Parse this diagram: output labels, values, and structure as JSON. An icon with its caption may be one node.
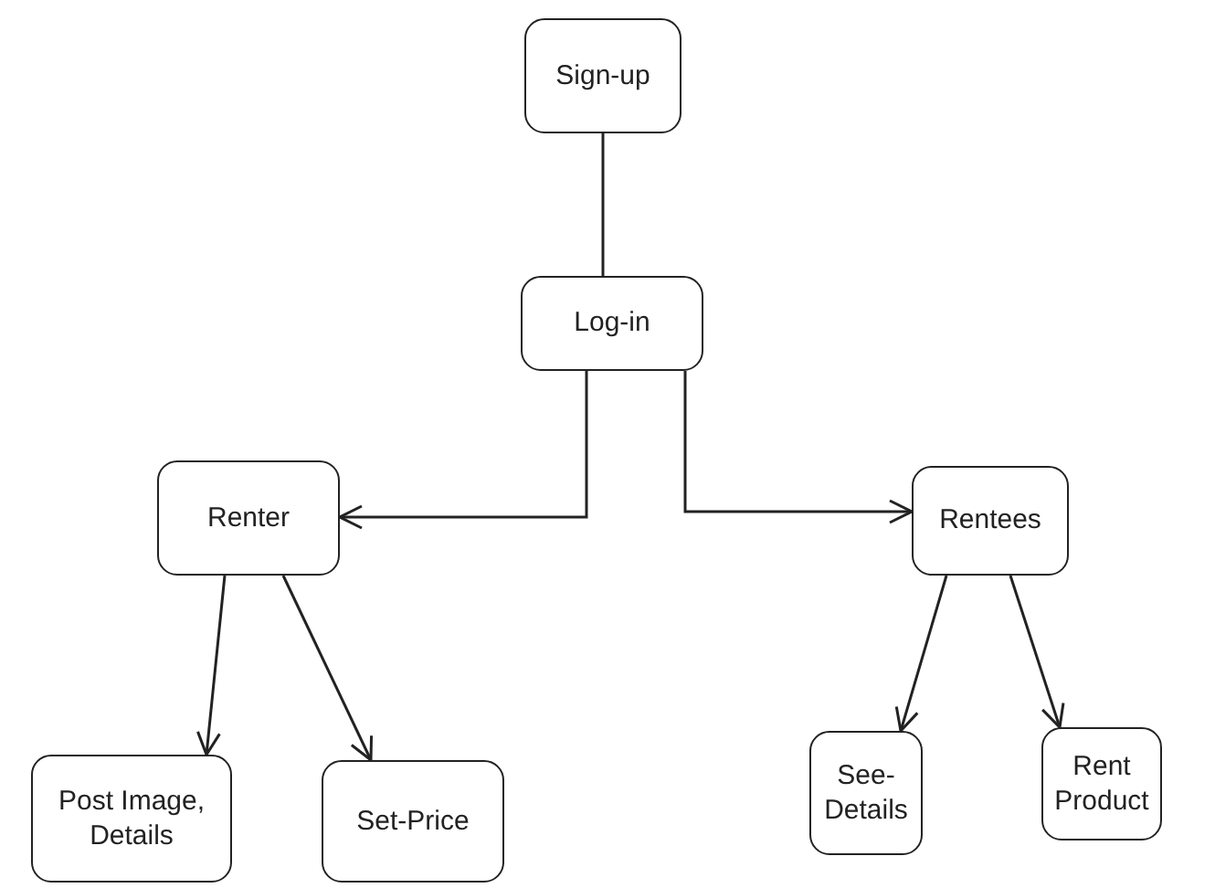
{
  "diagram": {
    "nodes": [
      {
        "text": [
          "Sign-up"
        ]
      },
      {
        "text": [
          "Log-in"
        ]
      },
      {
        "text": [
          "Renter"
        ]
      },
      {
        "text": [
          "Rentees"
        ]
      },
      {
        "text": [
          "Post Image, Details"
        ]
      },
      {
        "text": [
          "Set-Price"
        ]
      },
      {
        "text": [
          "See- Details"
        ]
      },
      {
        "text": [
          "Rent Product"
        ]
      }
    ],
    "edges": [
      {
        "from": 0,
        "to": 1,
        "arrow": "none"
      },
      {
        "from": 1,
        "to": 2,
        "arrow": "to"
      },
      {
        "from": 1,
        "to": 3,
        "arrow": "to"
      },
      {
        "from": 2,
        "to": 4,
        "arrow": "to"
      },
      {
        "from": 2,
        "to": 5,
        "arrow": "to"
      },
      {
        "from": 3,
        "to": 6,
        "arrow": "to"
      },
      {
        "from": 3,
        "to": 7,
        "arrow": "to"
      }
    ]
  }
}
